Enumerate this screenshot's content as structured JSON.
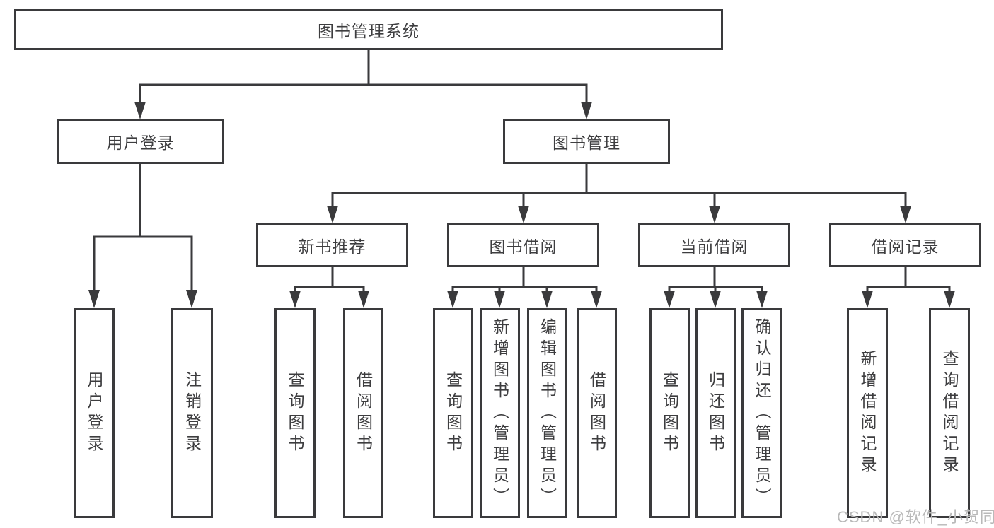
{
  "diagram_title": "图书管理系统",
  "nodes": {
    "root": "图书管理系统",
    "user_login": "用户登录",
    "book_management": "图书管理",
    "new_book_recommend": "新书推荐",
    "book_borrow": "图书借阅",
    "current_borrow": "当前借阅",
    "borrow_records": "借阅记录",
    "login_user": "用户登录",
    "logout_login": "注销登录",
    "recommend_query_books": "查询图书",
    "recommend_borrow_books": "借阅图书",
    "borrow_query_books": "查询图书",
    "borrow_add_books": "新增图书（管理员）",
    "borrow_edit_books": "编辑图书（管理员）",
    "borrow_borrow_books": "借阅图书",
    "current_query_books": "查询图书",
    "current_return_books": "归还图书",
    "current_confirm_return": "确认归还（管理员）",
    "records_add_record": "新增借阅记录",
    "records_query_record": "查询借阅记录"
  },
  "watermark": "CSDN @软件_小贺同学",
  "colors": {
    "line": "#3a3a3c",
    "text": "#3d3d3f",
    "watermark": "#b9b9b9",
    "background": "#ffffff"
  }
}
